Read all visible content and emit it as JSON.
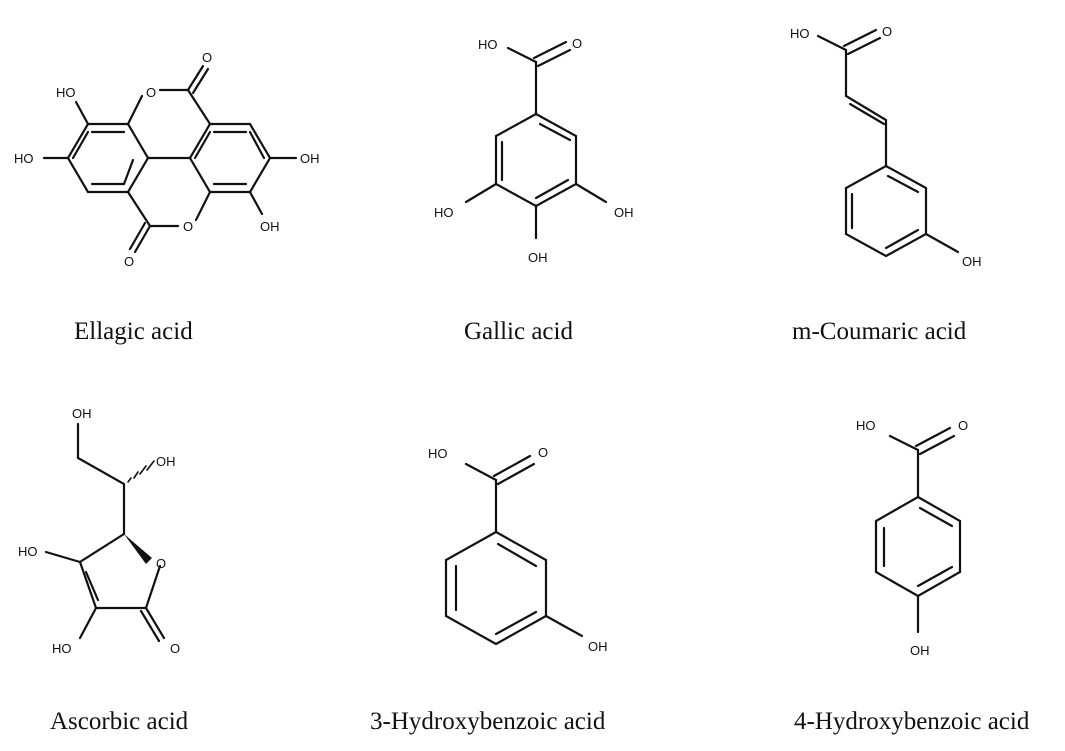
{
  "figure": {
    "compounds": [
      {
        "name": "Ellagic acid",
        "atoms": {
          "ho_top": "HO",
          "ho_left": "HO",
          "oh_right": "OH",
          "oh_bottom": "OH",
          "o_ring_top": "O",
          "o_carbonyl_top": "O",
          "o_ring_bottom": "O",
          "o_carbonyl_bottom": "O"
        }
      },
      {
        "name": "Gallic acid",
        "atoms": {
          "ho_acid": "HO",
          "o_carbonyl": "O",
          "ho_left": "HO",
          "oh_right": "OH",
          "oh_bottom": "OH"
        }
      },
      {
        "name": "m-Coumaric acid",
        "atoms": {
          "ho_acid": "HO",
          "o_carbonyl": "O",
          "oh_ring": "OH"
        }
      },
      {
        "name": "Ascorbic acid",
        "atoms": {
          "oh_top": "OH",
          "oh_side": "OH",
          "ho_left": "HO",
          "o_ring": "O",
          "ho_bottom": "HO",
          "o_carbonyl": "O"
        }
      },
      {
        "name": "3-Hydroxybenzoic acid",
        "atoms": {
          "ho_acid": "HO",
          "o_carbonyl": "O",
          "oh_ring": "OH"
        }
      },
      {
        "name": "4-Hydroxybenzoic acid",
        "atoms": {
          "ho_acid": "HO",
          "o_carbonyl": "O",
          "oh_ring": "OH"
        }
      }
    ]
  }
}
